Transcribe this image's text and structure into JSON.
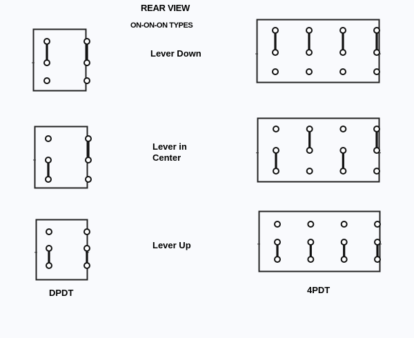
{
  "title": "REAR VIEW",
  "subtitle": "ON-ON-ON TYPES",
  "states": [
    {
      "label": "Lever Down"
    },
    {
      "label_line1": "Lever in",
      "label_line2": "Center"
    },
    {
      "label": "Lever Up"
    }
  ],
  "columns": {
    "dpdt": "DPDT",
    "4pdt": "4PDT"
  },
  "colors": {
    "background": "#f9fafd",
    "ink": "#111111"
  },
  "diagrams": {
    "dpdt": {
      "poles": 2,
      "rows": 3,
      "down": {
        "connections": [
          [
            0,
            1
          ],
          [
            0,
            1
          ]
        ]
      },
      "center": {
        "connections": [
          [
            1,
            2
          ],
          [
            0,
            1
          ]
        ]
      },
      "up": {
        "connections": [
          [
            1,
            2
          ],
          [
            1,
            2
          ]
        ]
      }
    },
    "4pdt": {
      "poles": 4,
      "rows": 3,
      "down": {
        "connections": [
          [
            0,
            1
          ],
          [
            0,
            1
          ],
          [
            0,
            1
          ],
          [
            0,
            1
          ]
        ]
      },
      "center": {
        "connections": [
          [
            1,
            2
          ],
          [
            0,
            1
          ],
          [
            1,
            2
          ],
          [
            0,
            1
          ]
        ]
      },
      "up": {
        "connections": [
          [
            1,
            2
          ],
          [
            1,
            2
          ],
          [
            1,
            2
          ],
          [
            1,
            2
          ]
        ]
      }
    }
  }
}
